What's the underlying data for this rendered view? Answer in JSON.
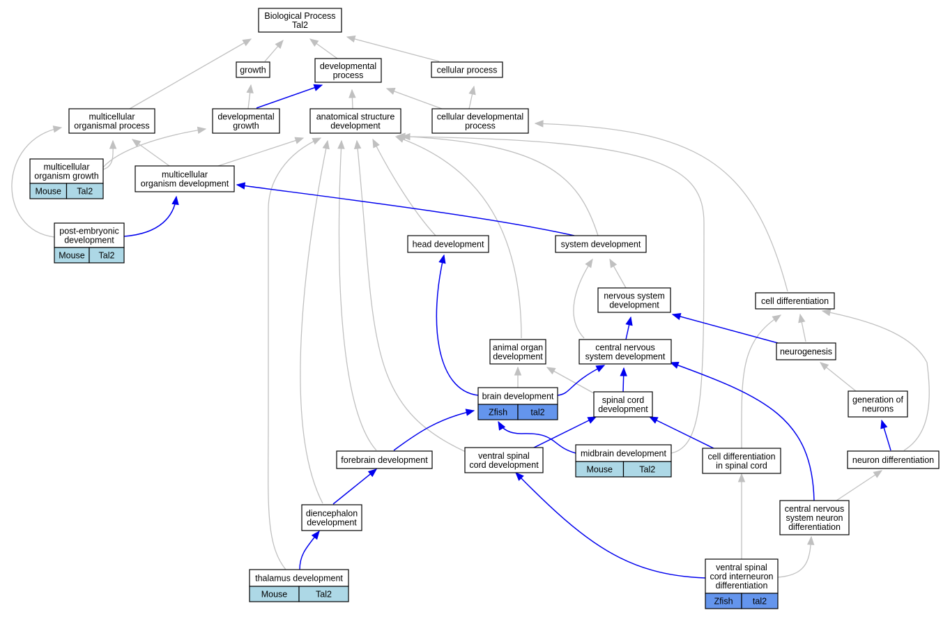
{
  "colors": {
    "gray_edge": "#c0c0c0",
    "blue_edge": "#0000ee",
    "mouse_cell": "#add8e6",
    "zfish_cell": "#6495ed",
    "node_border": "#000000"
  },
  "nodes": {
    "bp": {
      "label": [
        "Biological Process",
        "Tal2"
      ]
    },
    "growth": {
      "label": [
        "growth"
      ]
    },
    "devproc": {
      "label": [
        "developmental",
        "process"
      ]
    },
    "cellproc": {
      "label": [
        "cellular process"
      ]
    },
    "multiproc": {
      "label": [
        "multicellular",
        "organismal process"
      ]
    },
    "devgrowth": {
      "label": [
        "developmental",
        "growth"
      ]
    },
    "anatdev": {
      "label": [
        "anatomical structure",
        "development"
      ]
    },
    "celldevproc": {
      "label": [
        "cellular developmental",
        "process"
      ]
    },
    "multigrowth": {
      "label": [
        "multicellular",
        "organism growth"
      ],
      "cells": [
        "Mouse",
        "Tal2"
      ]
    },
    "multidev": {
      "label": [
        "multicellular",
        "organism development"
      ]
    },
    "postemb": {
      "label": [
        "post-embryonic",
        "development"
      ],
      "cells": [
        "Mouse",
        "Tal2"
      ]
    },
    "headdev": {
      "label": [
        "head development"
      ]
    },
    "sysdev": {
      "label": [
        "system development"
      ]
    },
    "nsdev": {
      "label": [
        "nervous system",
        "development"
      ]
    },
    "celldiff": {
      "label": [
        "cell differentiation"
      ]
    },
    "organdev": {
      "label": [
        "animal organ",
        "development"
      ]
    },
    "cnsdev": {
      "label": [
        "central nervous",
        "system development"
      ]
    },
    "neurogen": {
      "label": [
        "neurogenesis"
      ]
    },
    "braindev": {
      "label": [
        "brain development"
      ],
      "cells": [
        "Zfish",
        "tal2"
      ]
    },
    "spinaldev": {
      "label": [
        "spinal cord",
        "development"
      ]
    },
    "genneur": {
      "label": [
        "generation of",
        "neurons"
      ]
    },
    "forebrain": {
      "label": [
        "forebrain development"
      ]
    },
    "ventspinal": {
      "label": [
        "ventral spinal",
        "cord development"
      ]
    },
    "midbrain": {
      "label": [
        "midbrain development"
      ],
      "cells": [
        "Mouse",
        "Tal2"
      ]
    },
    "celldiffspinal": {
      "label": [
        "cell differentiation",
        "in spinal cord"
      ]
    },
    "neurdiff": {
      "label": [
        "neuron differentiation"
      ]
    },
    "dienceph": {
      "label": [
        "diencephalon",
        "development"
      ]
    },
    "cnsneur": {
      "label": [
        "central nervous",
        "system neuron",
        "differentiation"
      ]
    },
    "thalamus": {
      "label": [
        "thalamus development"
      ],
      "cells": [
        "Mouse",
        "Tal2"
      ]
    },
    "ventinter": {
      "label": [
        "ventral spinal",
        "cord interneuron",
        "differentiation"
      ],
      "cells": [
        "Zfish",
        "tal2"
      ]
    }
  }
}
